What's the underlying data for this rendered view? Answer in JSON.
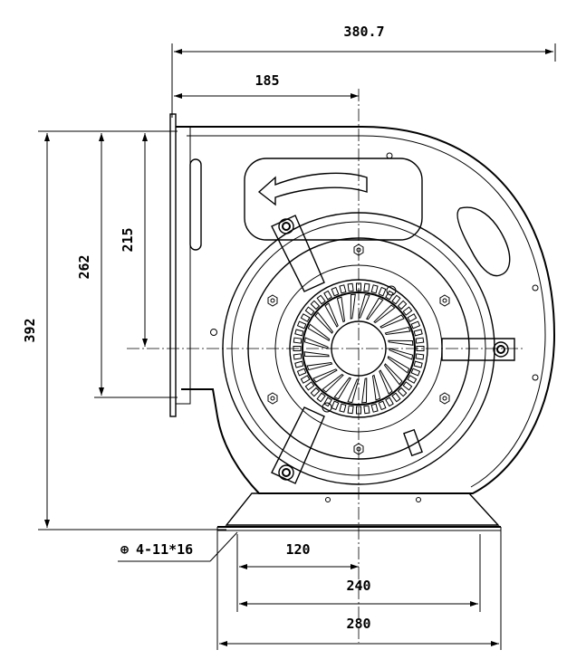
{
  "dimensions": {
    "overall_width": "380.7",
    "inlet_offset": "185",
    "height_total": "392",
    "outlet_height": "262",
    "outlet_inner": "215",
    "base_half": "120",
    "base_hole_span": "240",
    "base_width": "280"
  },
  "mounting_holes": {
    "symbol": "⊕",
    "spec": "4-11*16"
  },
  "flow_direction": "counter-clockwise"
}
